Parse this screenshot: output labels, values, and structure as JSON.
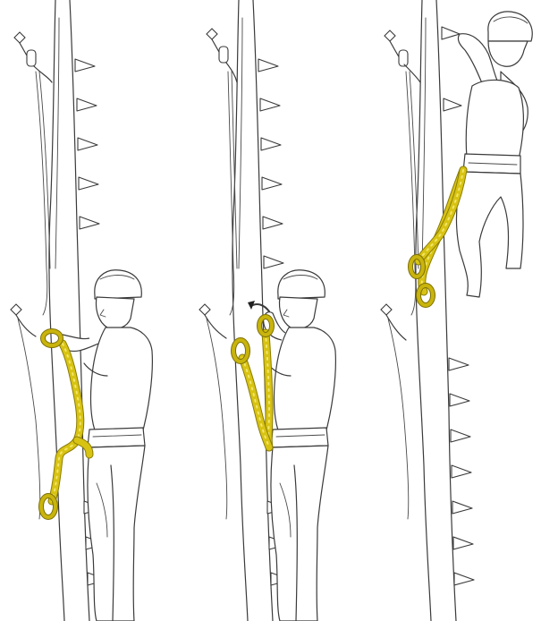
{
  "illustration": {
    "panels": [
      {
        "id": "panel-1",
        "lanyard_color": "#d8c313",
        "arrow": false
      },
      {
        "id": "panel-2",
        "lanyard_color": "#d8c313",
        "arrow": true
      },
      {
        "id": "panel-3",
        "lanyard_color": "#d8c313",
        "arrow": false
      }
    ],
    "icons": [
      "climber",
      "pole",
      "step-peg",
      "anchor-point",
      "energy-absorbing-lanyard",
      "carabiner",
      "curved-arrow"
    ]
  }
}
